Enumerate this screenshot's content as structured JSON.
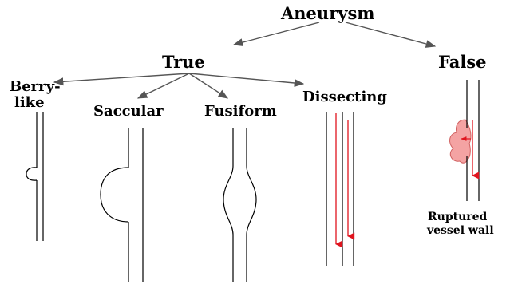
{
  "diagram": {
    "root": "Aneurysm",
    "branches": {
      "true": "True",
      "false": "False"
    },
    "true_types": {
      "berry_line1": "Berry-",
      "berry_line2": "like",
      "saccular": "Saccular",
      "fusiform": "Fusiform",
      "dissecting": "Dissecting"
    },
    "false_note_line1": "Ruptured",
    "false_note_line2": "vessel wall"
  },
  "colors": {
    "line": "#000000",
    "flow": "#e0141e",
    "rupture_fill": "#f4a3a3",
    "rupture_edge": "#d06060"
  }
}
